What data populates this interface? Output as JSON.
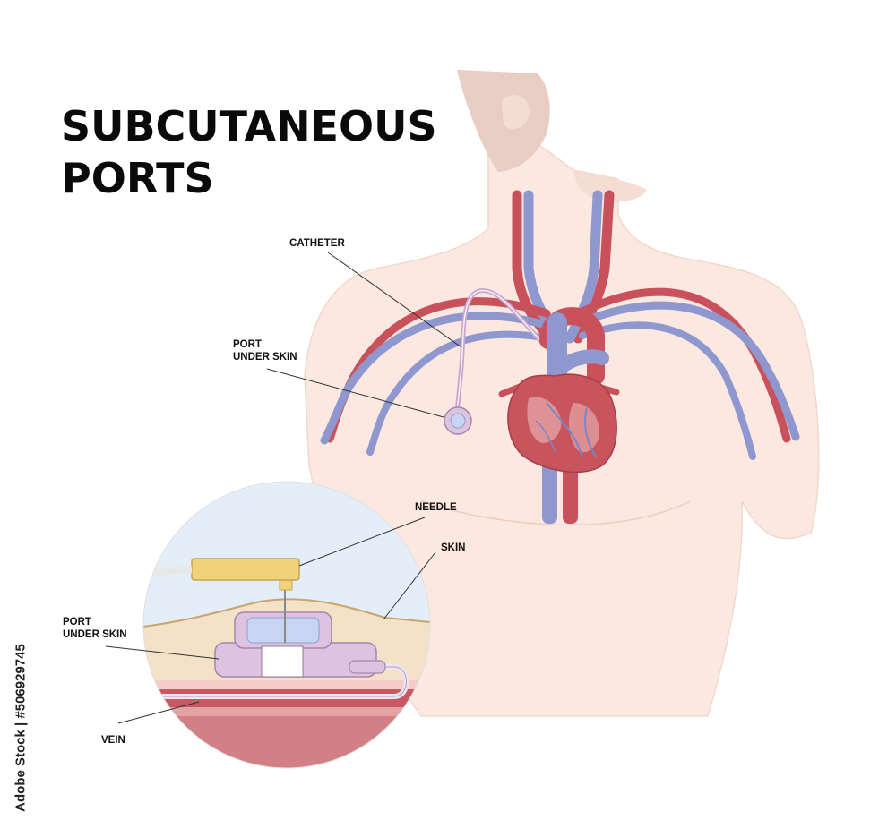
{
  "title": {
    "line1": "SUBCUTANEOUS",
    "line2": "PORTS"
  },
  "labels": {
    "catheter": "CATHETER",
    "port_under_skin_1a": "PORT",
    "port_under_skin_1b": "UNDER SKIN",
    "needle": "NEEDLE",
    "skin": "SKIN",
    "port_under_skin_2a": "PORT",
    "port_under_skin_2b": "UNDER SKIN",
    "vein": "VEIN"
  },
  "watermark": {
    "stock_id": "Adobe Stock | #506929745"
  },
  "colors": {
    "body": "#fbe9e1",
    "artery": "#c9515c",
    "vein": "#8f97cf",
    "heart": "#c8555d",
    "port": "#dcc3df",
    "needle_hub": "#f0d27a",
    "skin_layer": "#f3e1c8",
    "muscle": "#d27f86"
  }
}
